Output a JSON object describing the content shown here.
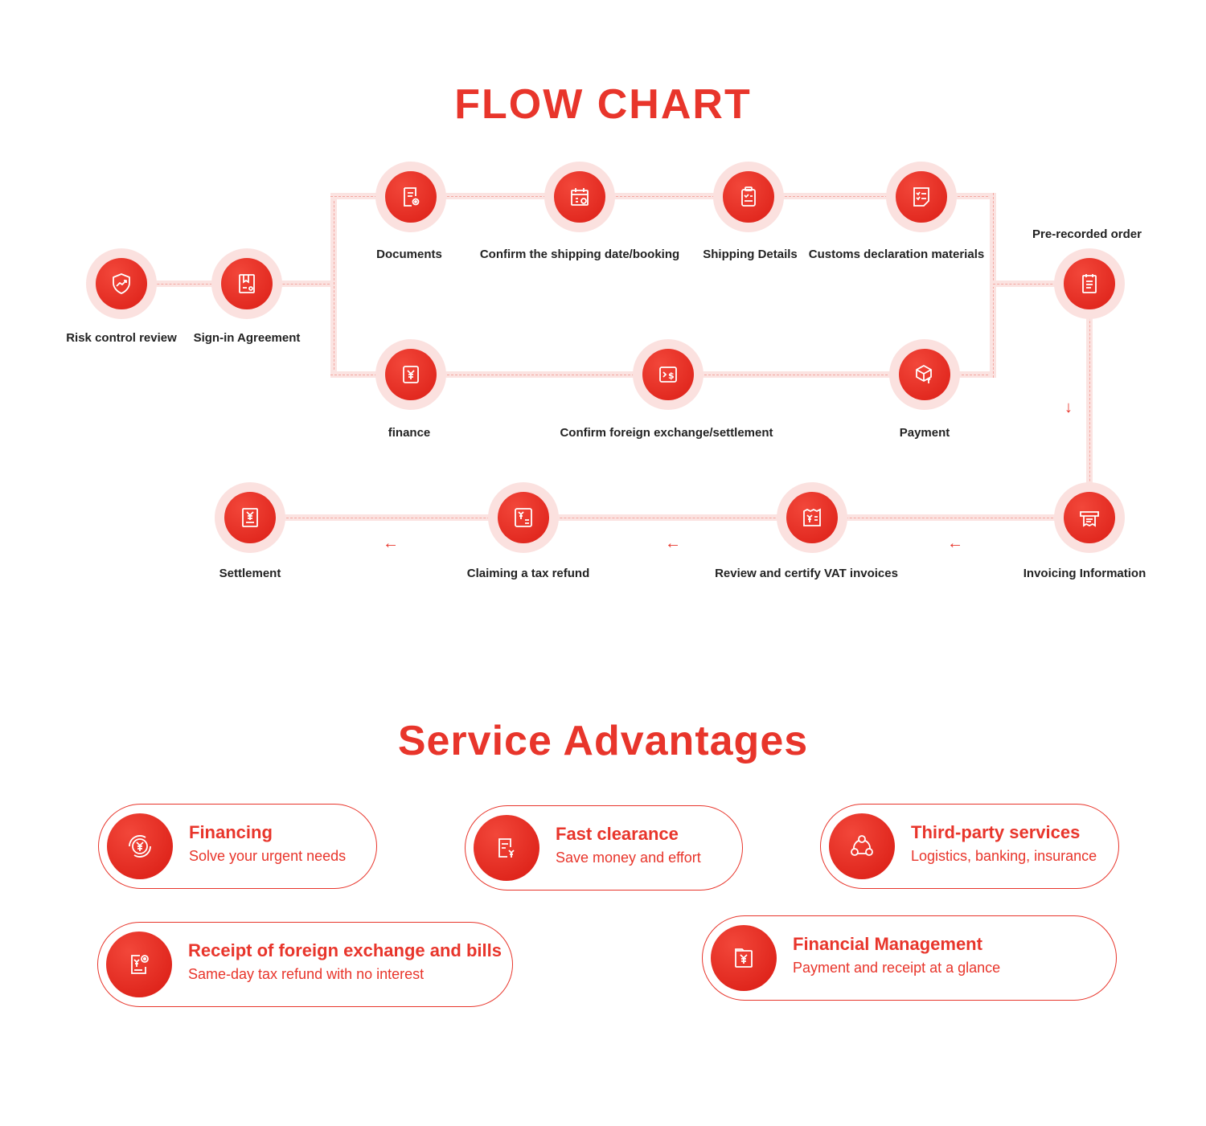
{
  "flow": {
    "title": "FLOW CHART",
    "steps": {
      "risk": "Risk control review",
      "sign": "Sign-in Agreement",
      "documents": "Documents",
      "shipping_date": "Confirm the shipping date/booking",
      "shipping_details": "Shipping Details",
      "customs": "Customs declaration materials",
      "prerecorded": "Pre-recorded order",
      "finance": "finance",
      "forex": "Confirm foreign exchange/settlement",
      "payment": "Payment",
      "invoicing": "Invoicing Information",
      "vat": "Review and certify VAT invoices",
      "tax_refund": "Claiming a tax refund",
      "settlement": "Settlement"
    },
    "arrows": {
      "left": "←",
      "down": "↓"
    }
  },
  "advantages": {
    "title": "Service Advantages",
    "items": [
      {
        "title": "Financing",
        "subtitle": "Solve your urgent needs",
        "icon": "coin-cycle-icon"
      },
      {
        "title": "Fast clearance",
        "subtitle": "Save money and effort",
        "icon": "document-yen-icon"
      },
      {
        "title": "Third-party services",
        "subtitle": "Logistics, banking, insurance",
        "icon": "network-icon"
      },
      {
        "title": "Receipt of foreign exchange and bills",
        "subtitle": "Same-day tax refund with no interest",
        "icon": "bill-gear-icon"
      },
      {
        "title": "Financial Management",
        "subtitle": "Payment and receipt at a glance",
        "icon": "folder-yen-icon"
      }
    ]
  },
  "colors": {
    "accent": "#e8352b",
    "node_halo": "#fbe1df",
    "line": "#fbe3e1"
  }
}
